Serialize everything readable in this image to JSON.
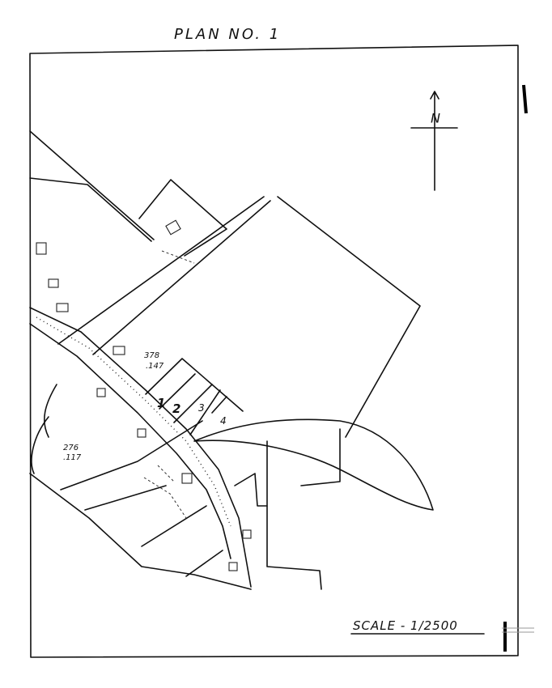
{
  "title": "PLAN NO. 1",
  "north_label": "N",
  "scale_label": "SCALE - 1/2500",
  "annotations": {
    "area_a_top": "378",
    "area_a_bottom": ".147",
    "area_b_top": "276",
    "area_b_bottom": ".117"
  },
  "plots": [
    "1",
    "2",
    "3",
    "4"
  ]
}
